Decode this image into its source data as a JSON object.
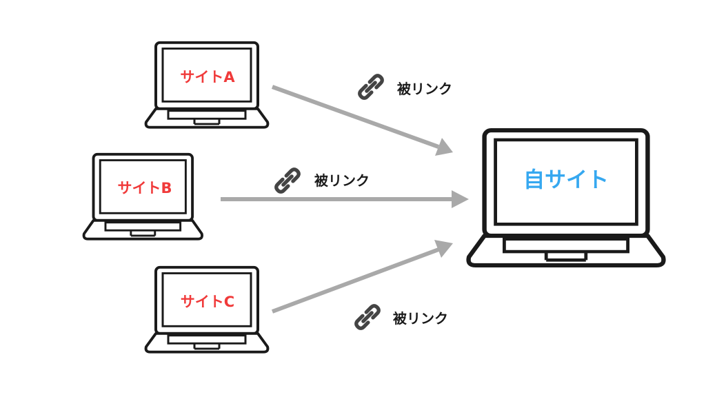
{
  "colors": {
    "outline": "#1a1a1a",
    "arrow": "#a9a9a9",
    "source_label": "#f03a3a",
    "target_label": "#36a8f0",
    "link_icon": "#444444"
  },
  "sources": [
    {
      "label": "サイトA"
    },
    {
      "label": "サイトB"
    },
    {
      "label": "サイトC"
    }
  ],
  "target": {
    "label": "自サイト"
  },
  "backlinks": [
    {
      "icon": "link-icon",
      "label": "被リンク"
    },
    {
      "icon": "link-icon",
      "label": "被リンク"
    },
    {
      "icon": "link-icon",
      "label": "被リンク"
    }
  ]
}
